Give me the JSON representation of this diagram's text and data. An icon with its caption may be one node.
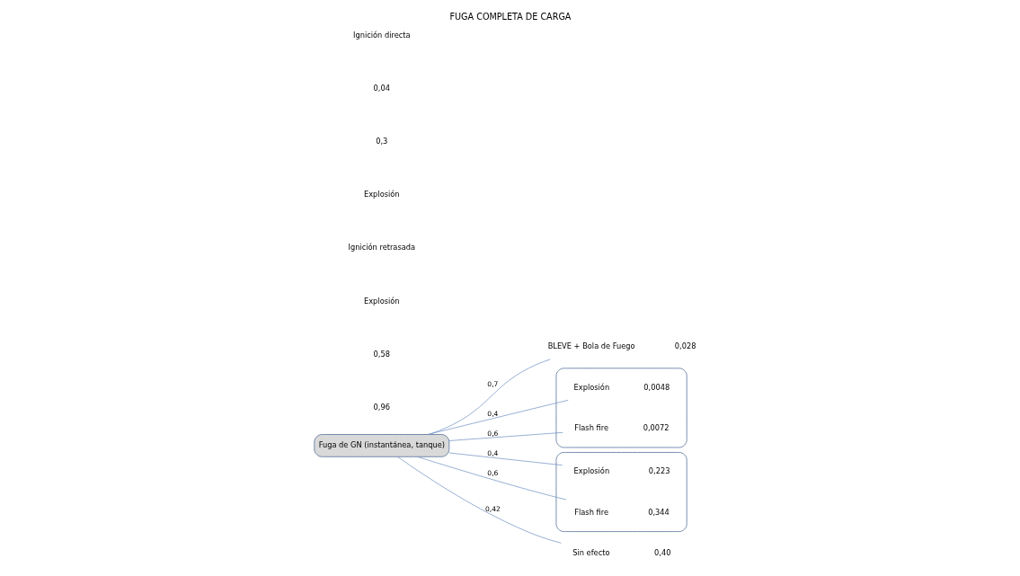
{
  "diagram": {
    "title": "FUGA COMPLETA DE CARGA",
    "nodes": [
      {
        "text": [
          "Fuga de GN (instantánea, tanque)"
        ]
      },
      {
        "text": [
          "BLEVE + Bola de Fuego"
        ],
        "beside": [
          "0,028"
        ]
      },
      {
        "text": [],
        "shape": "box"
      },
      {
        "text": [
          "Explosión"
        ],
        "beside": [
          "0,0048"
        ],
        "in": 2
      },
      {
        "text": [
          "Flash fire"
        ],
        "beside": [
          "0,0072"
        ],
        "in": 2
      },
      {
        "text": [],
        "shape": "box"
      },
      {
        "text": [
          "Explosión"
        ],
        "beside": [
          "0,223"
        ],
        "in": 5
      },
      {
        "text": [
          "Flash fire"
        ],
        "beside": [
          "0,344"
        ],
        "in": 5
      },
      {
        "text": [
          "Sin efecto"
        ],
        "beside": [
          "0,40"
        ]
      }
    ],
    "edges": [
      {
        "from": 0,
        "to": 1,
        "arrow": "none",
        "label": "0,7"
      },
      {
        "from": 0,
        "to": 3,
        "arrow": "none",
        "label": "0,4"
      },
      {
        "from": 0,
        "to": 4,
        "arrow": "none",
        "label": "0,6"
      },
      {
        "from": 0,
        "to": 6,
        "arrow": "none",
        "label": "0,4"
      },
      {
        "from": 0,
        "to": 7,
        "arrow": "none",
        "label": "0,6"
      },
      {
        "from": 0,
        "to": 8,
        "arrow": "none",
        "label": "0,42"
      }
    ],
    "labels": [
      "Ignición directa",
      "0,04",
      "0,3",
      "Explosión",
      "Ignición retrasada",
      "Explosión",
      "0,58",
      "0,96"
    ]
  }
}
